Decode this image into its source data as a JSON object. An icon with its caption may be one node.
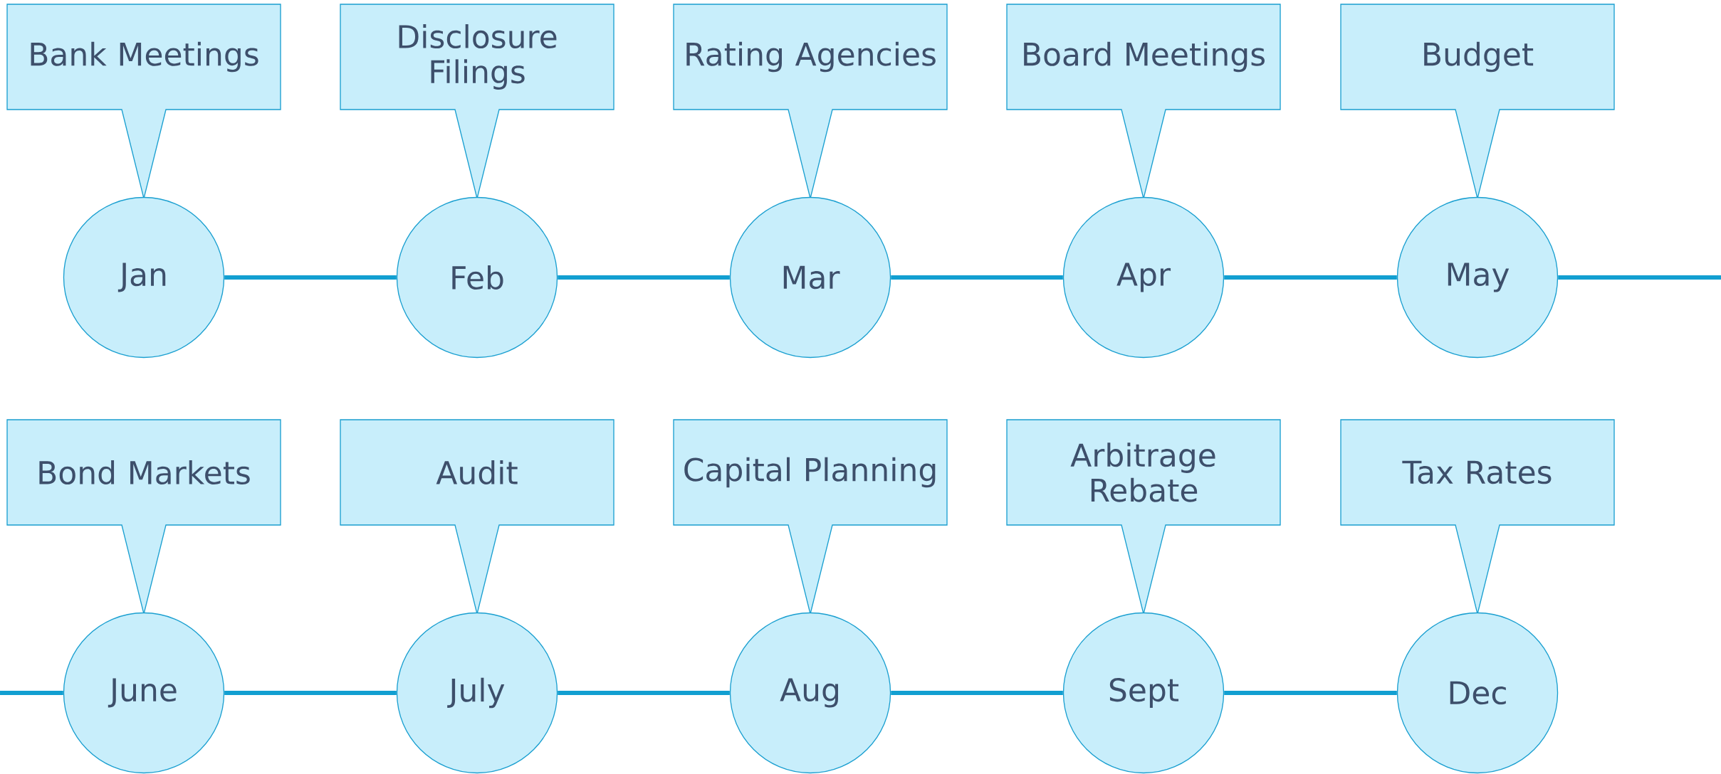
{
  "diagram": {
    "nodes": [
      {
        "text": [
          "Bank Meetings"
        ]
      },
      {
        "text": [
          "Disclosure Filings"
        ]
      },
      {
        "text": [
          "Rating Agencies"
        ]
      },
      {
        "text": [
          "Board Meetings"
        ]
      },
      {
        "text": [
          "Budget"
        ]
      },
      {
        "text": [
          "Jan"
        ]
      },
      {
        "text": [
          "Feb"
        ]
      },
      {
        "text": [
          "Mar"
        ]
      },
      {
        "text": [
          "Apr"
        ]
      },
      {
        "text": [
          "May"
        ]
      },
      {
        "text": [
          "Bond Markets"
        ]
      },
      {
        "text": [
          "Audit"
        ]
      },
      {
        "text": [
          "Capital Planning"
        ]
      },
      {
        "text": [
          "Arbitrage Rebate"
        ]
      },
      {
        "text": [
          "Tax Rates"
        ]
      },
      {
        "text": [
          "June"
        ]
      },
      {
        "text": [
          "July"
        ]
      },
      {
        "text": [
          "Aug"
        ]
      },
      {
        "text": [
          "Sept"
        ]
      },
      {
        "text": [
          "Dec"
        ]
      }
    ],
    "edges": [
      {
        "from": 5,
        "to": 6,
        "arrow": "none"
      },
      {
        "from": 6,
        "to": 7,
        "arrow": "none"
      },
      {
        "from": 7,
        "to": 8,
        "arrow": "none"
      },
      {
        "from": 8,
        "to": 9,
        "arrow": "none"
      },
      {
        "from": 9,
        "to": null,
        "arrow": "none"
      },
      {
        "from": null,
        "to": 15,
        "arrow": "none"
      },
      {
        "from": 15,
        "to": 16,
        "arrow": "none"
      },
      {
        "from": 16,
        "to": 17,
        "arrow": "none"
      },
      {
        "from": 17,
        "to": 18,
        "arrow": "none"
      },
      {
        "from": 18,
        "to": 19,
        "arrow": "none"
      }
    ]
  }
}
